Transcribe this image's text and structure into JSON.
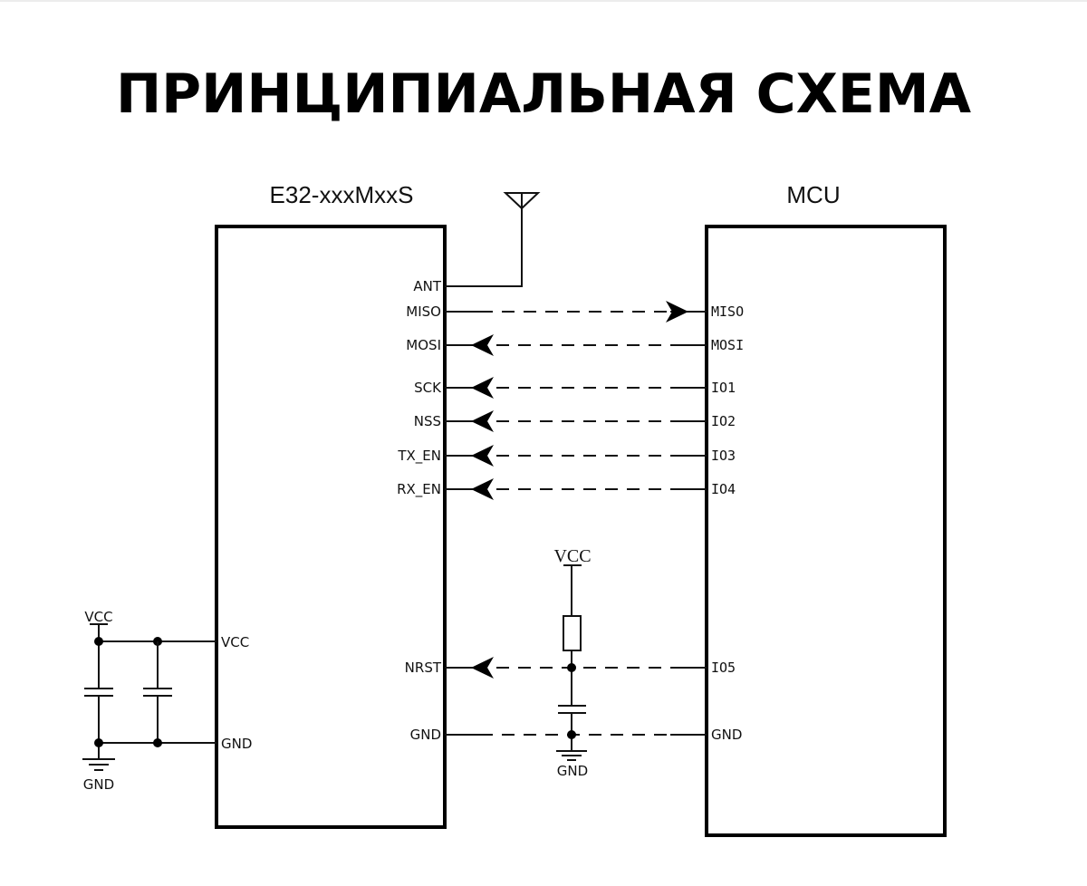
{
  "title": "ПРИНЦИПИАЛЬНАЯ СХЕМА",
  "module": {
    "label": "E32-xxxMxxS",
    "pins": {
      "ant": "ANT",
      "miso": "MISO",
      "mosi": "MOSI",
      "sck": "SCK",
      "nss": "NSS",
      "tx_en": "TX_EN",
      "rx_en": "RX_EN",
      "nrst": "NRST",
      "gnd": "GND",
      "vcc": "VCC",
      "gnd_left": "GND"
    }
  },
  "mcu": {
    "label": "MCU",
    "pins": {
      "miso": "MISO",
      "mosi": "MOSI",
      "io1": "IO1",
      "io2": "IO2",
      "io3": "IO3",
      "io4": "IO4",
      "io5": "IO5",
      "gnd": "GND"
    }
  },
  "power_nets": {
    "left_vcc": "VCC",
    "left_gnd": "GND",
    "reset_vcc": "VCC",
    "reset_gnd": "GND"
  },
  "connections": [
    {
      "from": "MISO",
      "to": "MISO",
      "direction": "module-to-mcu"
    },
    {
      "from": "MOSI",
      "to": "MOSI",
      "direction": "mcu-to-module"
    },
    {
      "from": "IO1",
      "to": "SCK",
      "direction": "mcu-to-module"
    },
    {
      "from": "IO2",
      "to": "NSS",
      "direction": "mcu-to-module"
    },
    {
      "from": "IO3",
      "to": "TX_EN",
      "direction": "mcu-to-module"
    },
    {
      "from": "IO4",
      "to": "RX_EN",
      "direction": "mcu-to-module"
    },
    {
      "from": "IO5",
      "to": "NRST",
      "direction": "mcu-to-module"
    },
    {
      "from": "GND",
      "to": "GND",
      "direction": "none"
    }
  ]
}
